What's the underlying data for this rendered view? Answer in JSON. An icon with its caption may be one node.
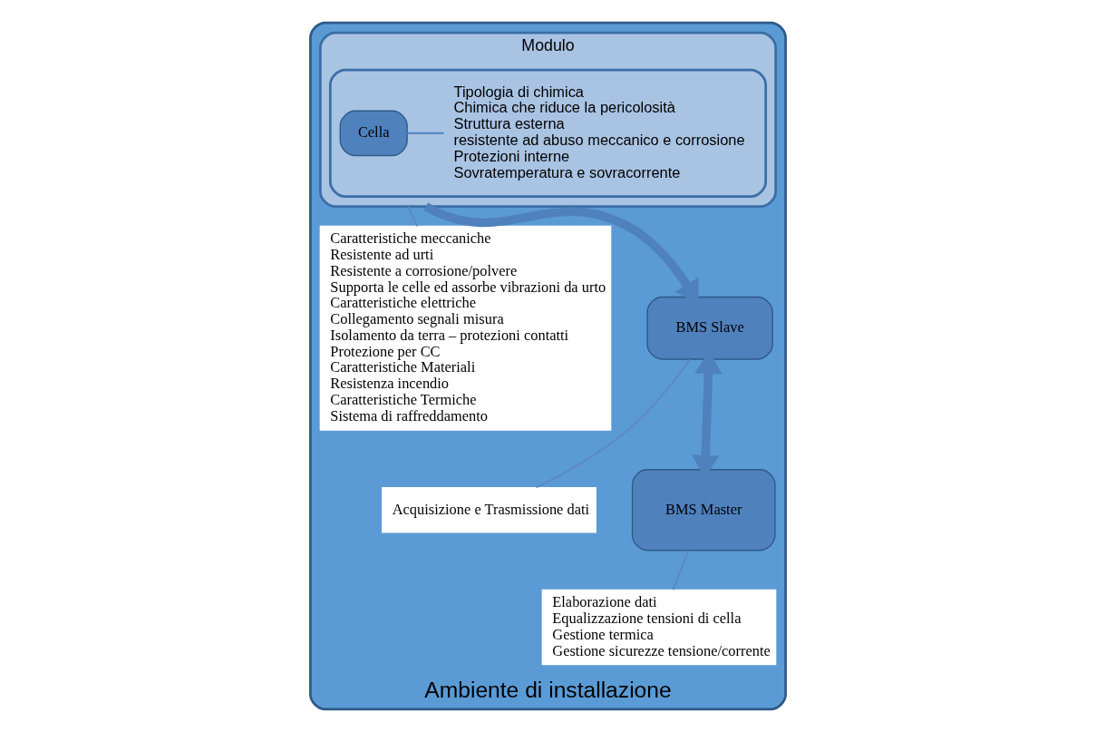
{
  "diagram": {
    "nodes": [
      {
        "text": [
          "Ambiente di installazione"
        ]
      },
      {
        "text": [
          "Modulo"
        ],
        "in": 0
      },
      {
        "text": [],
        "shape": "box",
        "in": 1
      },
      {
        "text": [
          "Cella"
        ],
        "in": 2
      },
      {
        "text": [
          "Tipologia di chimica",
          "Chimica che riduce la pericolosità",
          "Struttura esterna",
          "resistente ad abuso meccanico e corrosione",
          "Protezioni interne",
          "Sovratemperatura e sovracorrente"
        ],
        "in": 2
      },
      {
        "text": [
          "Caratteristiche meccaniche",
          "Resistente ad urti",
          "Resistente a corrosione/polvere",
          "Supporta le celle ed assorbe vibrazioni da urto",
          "Caratteristiche elettriche",
          "Collegamento segnali misura",
          "Isolamento da terra – protezioni contatti",
          "Protezione per CC",
          "Caratteristiche Materiali",
          "Resistenza incendio",
          "Caratteristiche Termiche",
          "Sistema di raffreddamento"
        ],
        "in": 0
      },
      {
        "text": [
          "BMS Slave"
        ],
        "in": 0
      },
      {
        "text": [
          "Acquisizione e Trasmissione dati"
        ],
        "in": 0
      },
      {
        "text": [
          "BMS Master"
        ],
        "in": 0
      },
      {
        "text": [
          "Elaborazione dati",
          "Equalizzazione tensioni di cella",
          "Gestione termica",
          "Gestione sicurezze tensione/corrente"
        ],
        "in": 0
      }
    ],
    "edges": [
      {
        "from": 3,
        "to": 4,
        "arrow": "none"
      },
      {
        "from": 1,
        "to": 5,
        "arrow": "none"
      },
      {
        "from": 1,
        "to": 6,
        "arrow": "to",
        "style": "thick"
      },
      {
        "from": 6,
        "to": 7,
        "arrow": "none"
      },
      {
        "from": 6,
        "to": 8,
        "arrow": "both",
        "style": "thick"
      },
      {
        "from": 8,
        "to": 9,
        "arrow": "none"
      }
    ]
  }
}
